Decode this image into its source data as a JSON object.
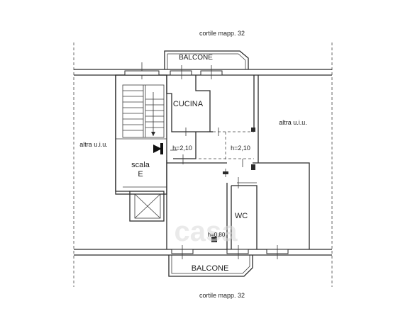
{
  "labels": {
    "courtyard_top": "cortile mapp. 32",
    "courtyard_bottom": "cortile mapp. 32",
    "balcony_top": "BALCONE",
    "balcony_bottom": "BALCONE",
    "kitchen": "CUCINA",
    "other_unit_left": "altra u.i.u.",
    "other_unit_right": "altra u.i.u.",
    "height_left": "h=2,10",
    "height_right": "h=2,10",
    "stair_word": "scala",
    "stair_letter": "E",
    "bathroom": "WC",
    "height_bottom": "h=0,80"
  },
  "watermark": "casa",
  "colors": {
    "lines": "#2b2b2b",
    "background": "#ffffff",
    "watermark": "#d9d9d9"
  }
}
